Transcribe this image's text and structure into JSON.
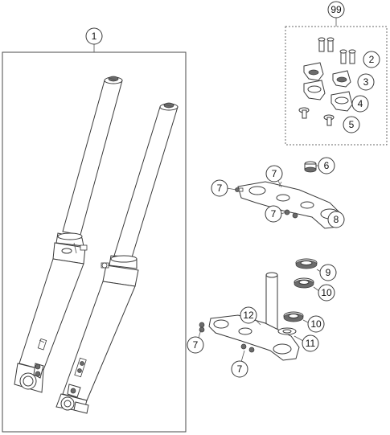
{
  "callouts": {
    "c1": "1",
    "c99": "99",
    "c2": "2",
    "c3": "3",
    "c4": "4",
    "c5": "5",
    "c6": "6",
    "c7a": "7",
    "c7b": "7",
    "c7c": "7",
    "c8": "8",
    "c9": "9",
    "c10a": "10",
    "c10b": "10",
    "c11": "11",
    "c12": "12",
    "c7d": "7",
    "c7e": "7"
  }
}
